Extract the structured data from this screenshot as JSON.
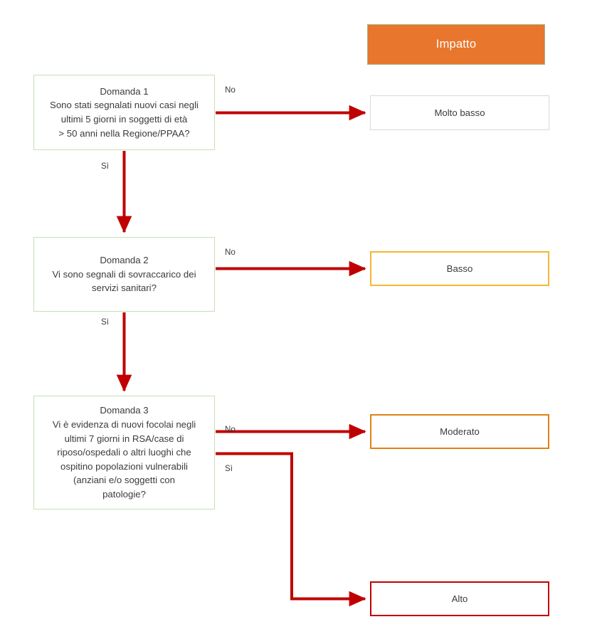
{
  "header": {
    "label": "Impatto",
    "fill_color": "#E8762C",
    "text_color": "#FFFFFF"
  },
  "theme": {
    "question_border": "#C5E0B4",
    "connector_color": "#C00000",
    "text_color": "#3B3B3B",
    "page_background": "#FFFFFF"
  },
  "questions": [
    {
      "id": "domanda-1",
      "title": "Domanda 1",
      "text": "Domanda 1\nSono stati segnalati nuovi casi negli\nultimi 5 giorni in soggetti di età\n> 50 anni nella Regione/PPAA?",
      "border_color": "#C5E0B4"
    },
    {
      "id": "domanda-2",
      "title": "Domanda 2",
      "text": "Domanda 2\nVi sono segnali di sovraccarico dei\nservizi sanitari?",
      "border_color": "#C5E0B4"
    },
    {
      "id": "domanda-3",
      "title": "Domanda 3",
      "text": "Domanda 3\nVi è evidenza di nuovi focolai negli\nultimi 7 giorni in RSA/case di\nriposo/ospedali o altri luoghi che\nospitino popolazioni vulnerabili\n(anziani e/o soggetti con\npatologie?",
      "border_color": "#C5E0B4"
    }
  ],
  "outcomes": [
    {
      "id": "molto-basso",
      "label": "Molto basso",
      "border_color": "#D9D9D9"
    },
    {
      "id": "basso",
      "label": "Basso",
      "border_color": "#F5B731"
    },
    {
      "id": "moderato",
      "label": "Moderato",
      "border_color": "#E08214"
    },
    {
      "id": "alto",
      "label": "Alto",
      "border_color": "#C00000"
    }
  ],
  "edges": [
    {
      "id": "no-1",
      "label": "No",
      "from": "domanda-1",
      "to": "molto-basso"
    },
    {
      "id": "si-1",
      "label": "Sì",
      "from": "domanda-1",
      "to": "domanda-2"
    },
    {
      "id": "no-2",
      "label": "No",
      "from": "domanda-2",
      "to": "basso"
    },
    {
      "id": "si-2",
      "label": "Sì",
      "from": "domanda-2",
      "to": "domanda-3"
    },
    {
      "id": "no-3",
      "label": "No",
      "from": "domanda-3",
      "to": "moderato"
    },
    {
      "id": "si-3",
      "label": "Sì",
      "from": "domanda-3",
      "to": "alto"
    }
  ]
}
